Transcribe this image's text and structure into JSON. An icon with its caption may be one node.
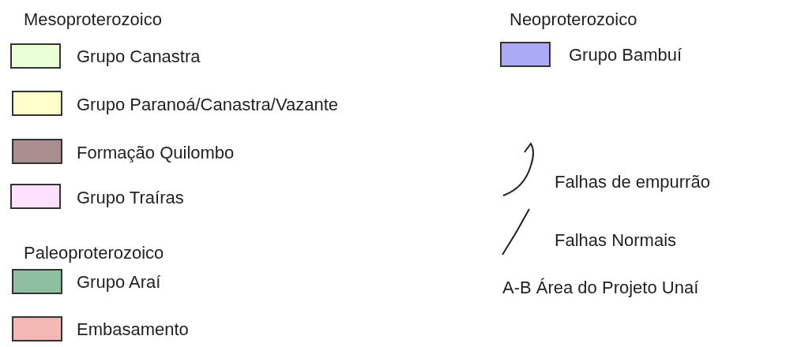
{
  "diagram": {
    "labels": [
      "Mesoproterozoico",
      "Neoproterozoico",
      "Paleoproterozoico",
      "A-B Área do Projeto Unaí"
    ],
    "legend": [
      {
        "text": "Grupo Canastra",
        "color": "#eaffd6"
      },
      {
        "text": "Grupo Paranoá/Canastra/Vazante",
        "color": "#ffffcc"
      },
      {
        "text": "Formação Quilombo",
        "color": "#a88e8e"
      },
      {
        "text": "Grupo Traíras",
        "color": "#ffe0ff"
      },
      {
        "text": "Grupo Araí",
        "color": "#8fbfa3"
      },
      {
        "text": "Embasamento",
        "color": "#f5b8b4"
      },
      {
        "text": "Grupo Bambuí",
        "color": "#aaaaf5"
      },
      {
        "text": "Falhas de empurrão"
      },
      {
        "text": "Falhas Normais"
      }
    ]
  }
}
